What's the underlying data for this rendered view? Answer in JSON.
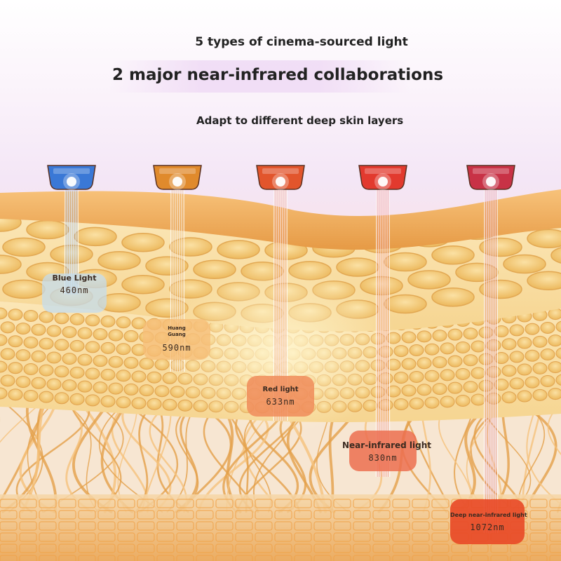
{
  "headlines": {
    "line1": "5 types of cinema-sourced light",
    "line2": "2 major near-infrared collaborations",
    "line3": "Adapt to different deep skin layers"
  },
  "lights": [
    {
      "name": "Blue Light",
      "wavelength": "460nm",
      "color": "#3a78d6"
    },
    {
      "name": "Huang Guang",
      "wavelength": "590nm",
      "color": "#e08a2c"
    },
    {
      "name": "Red light",
      "wavelength": "633nm",
      "color": "#e2552c"
    },
    {
      "name": "Near-infrared light",
      "wavelength": "830nm",
      "color": "#e23a2e"
    },
    {
      "name": "Deep near-infrared light",
      "wavelength": "1072nm",
      "color": "#c83246"
    }
  ],
  "colors": {
    "skin_top": "#f2b15c",
    "cell_fill": "#f6cd7a",
    "fibers": "#e3a04a",
    "base_grid": "#f0a24a"
  }
}
